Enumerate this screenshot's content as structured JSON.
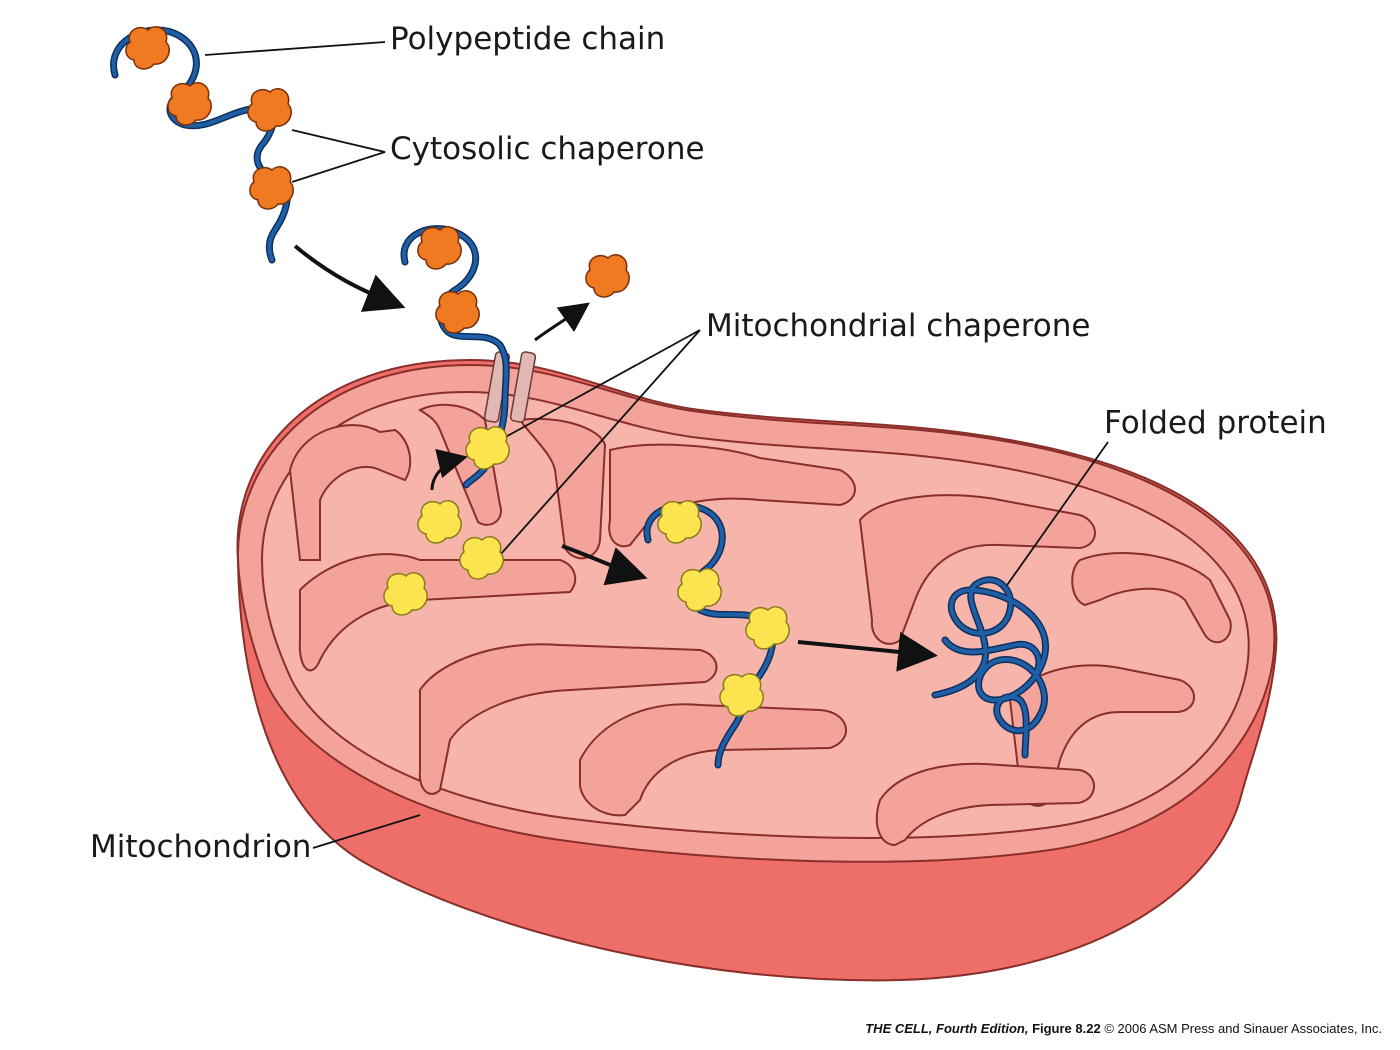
{
  "labels": {
    "polypeptide_chain": "Polypeptide chain",
    "cytosolic_chaperone": "Cytosolic chaperone",
    "mitochondrial_chaperone": "Mitochondrial chaperone",
    "folded_protein": "Folded protein",
    "mitochondrion": "Mitochondrion"
  },
  "credit": {
    "book": "THE CELL, Fourth Edition,",
    "figure": "Figure 8.22",
    "copyright": "© 2006 ASM Press and Sinauer Associates, Inc."
  },
  "colors": {
    "outer_membrane": "#ee6f6a",
    "outer_membrane_top": "#f4a39b",
    "matrix": "#f7b4aa",
    "cristae_line": "#8a2e2a",
    "polypeptide": "#1f5fa6",
    "cytosolic_chaperone": "#f07a22",
    "mitochondrial_chaperone": "#fbe44f",
    "translocon": "#e2b8b4"
  }
}
